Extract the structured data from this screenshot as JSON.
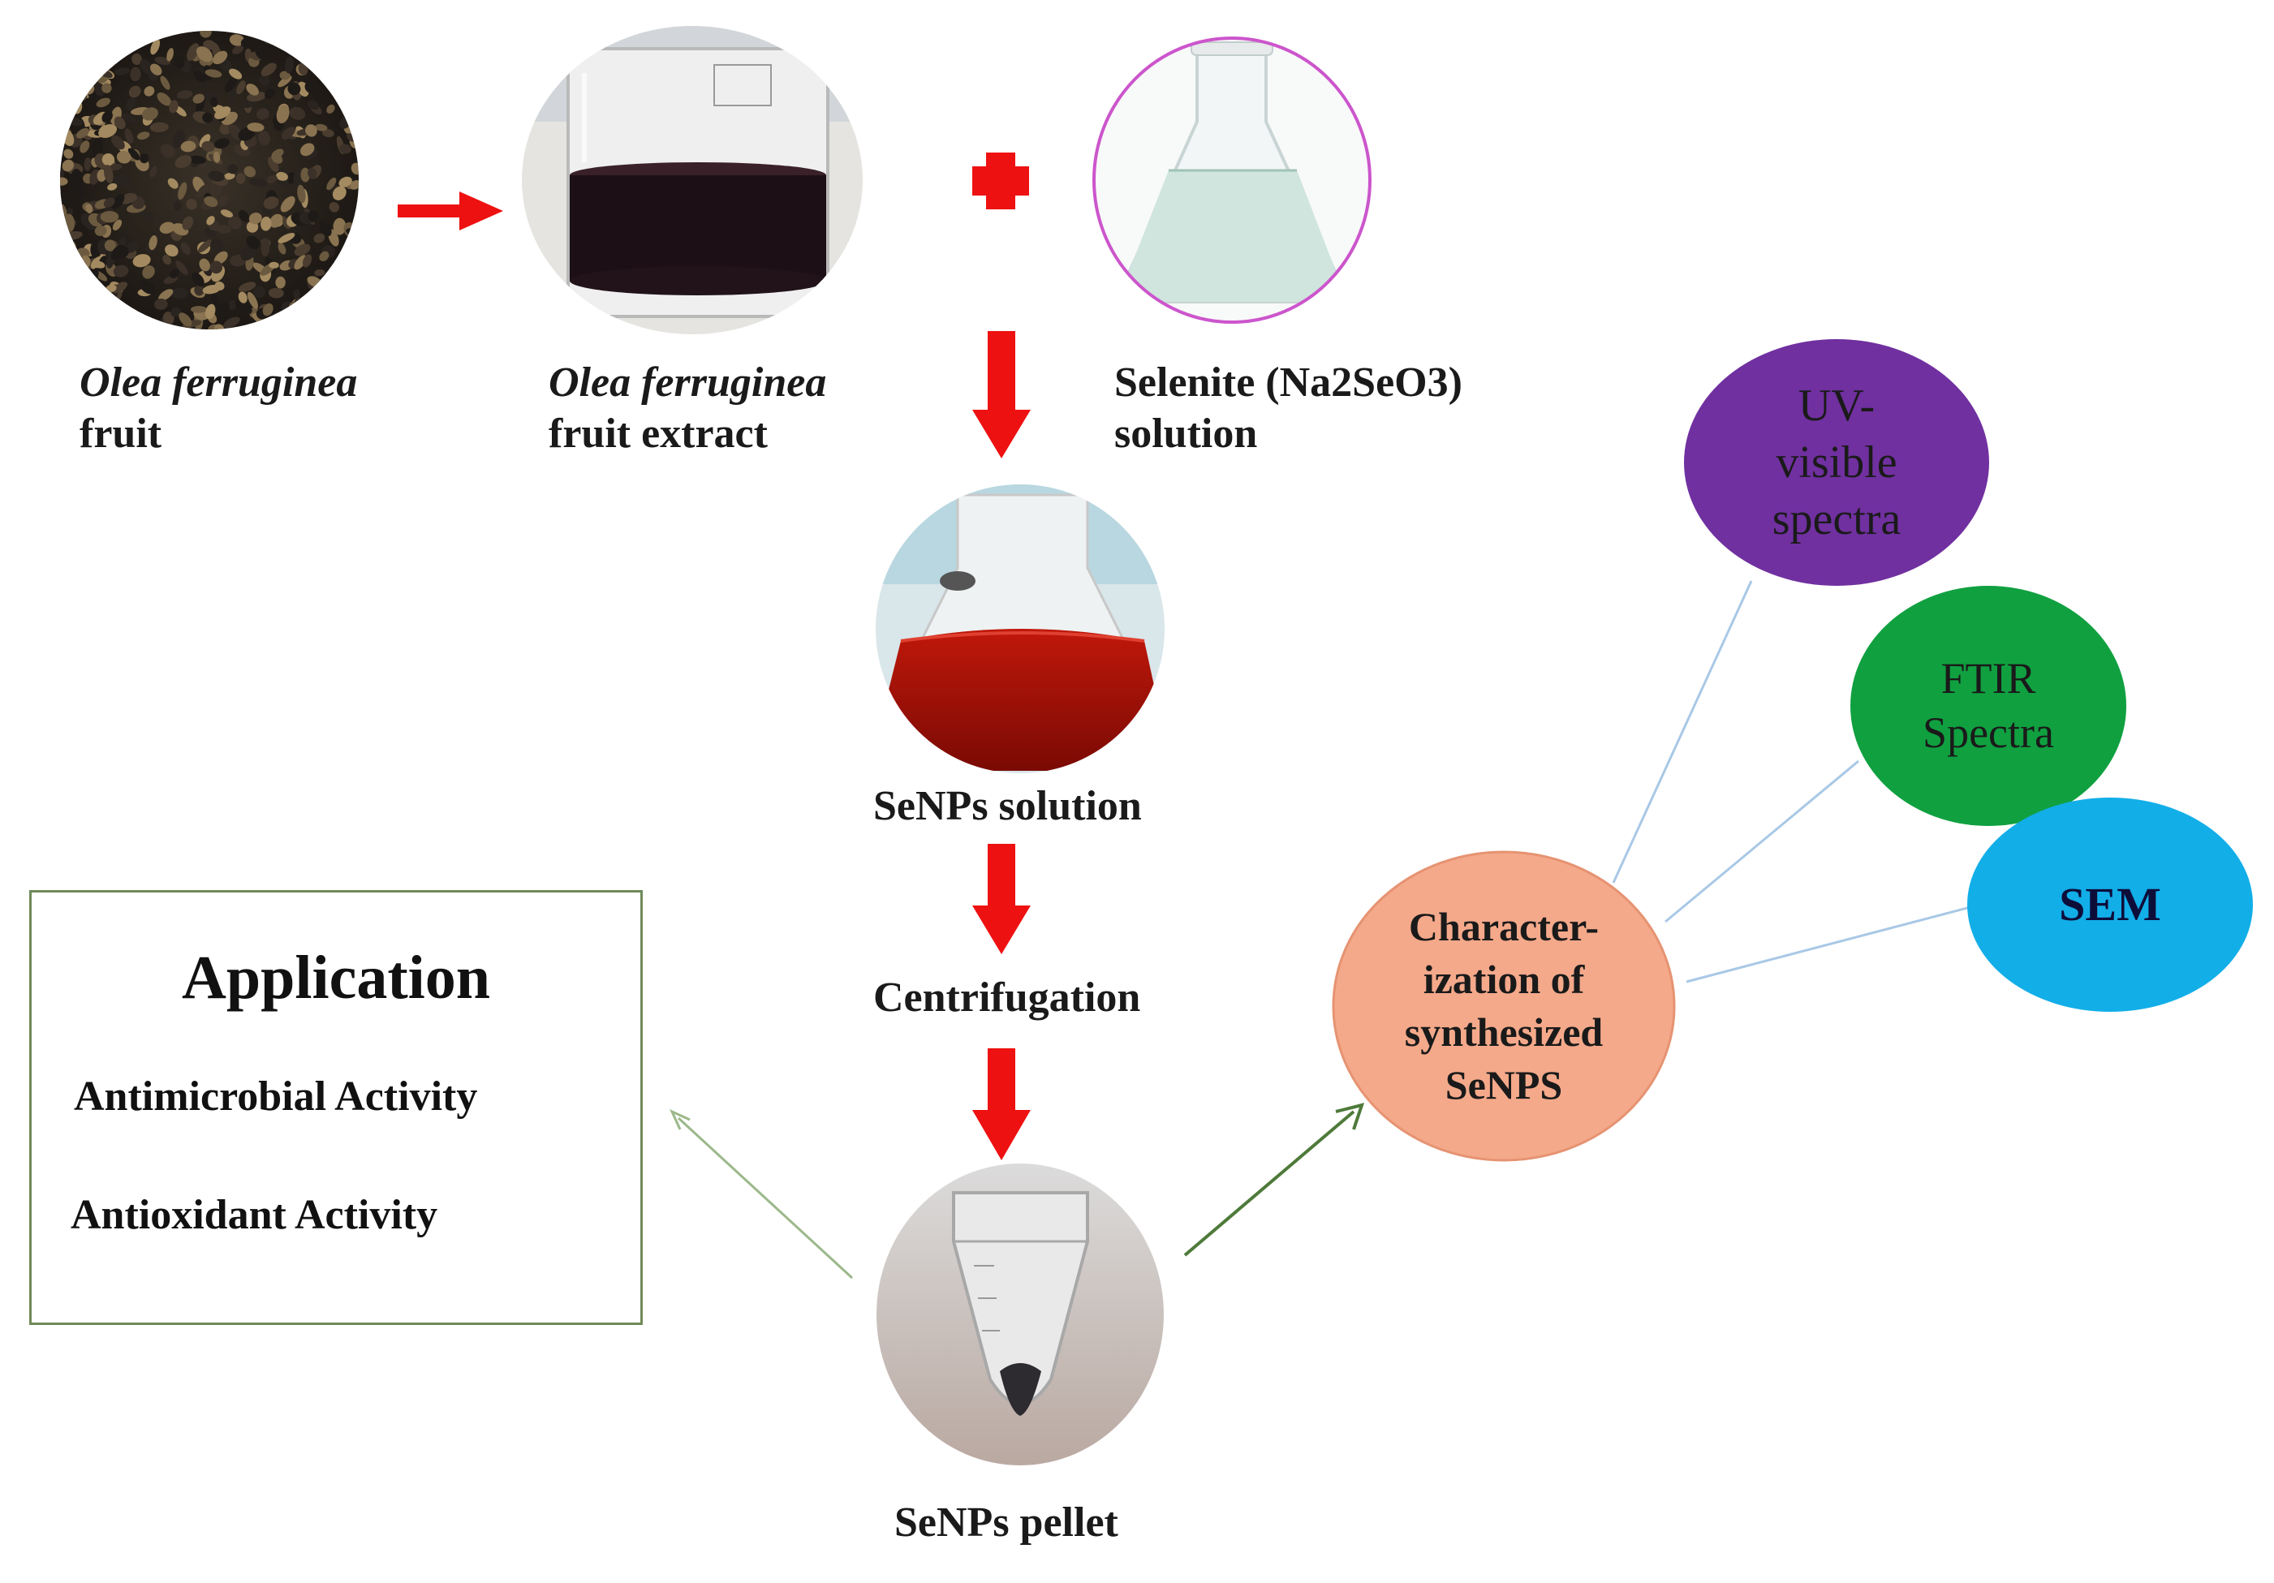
{
  "figure": {
    "step_labels": {
      "fruit_italic": "Olea ferruginea",
      "fruit_plain": "fruit",
      "extract_italic": "Olea ferruginea",
      "extract_plain": "fruit extract",
      "selenite_line1": "Selenite (Na2SeO3)",
      "selenite_line2": "solution",
      "senps_solution": "SeNPs solution",
      "centrifugation": "Centrifugation",
      "senps_pellet": "SeNPs pellet"
    },
    "application": {
      "title": "Application",
      "items": [
        "Antimicrobial Activity",
        "Antioxidant Activity"
      ]
    },
    "characterization": {
      "center": "Character-\nization of\nsynthesized\nSeNPS",
      "methods": [
        {
          "label": "UV-\nvisible\nspectra",
          "color": "#7030a0",
          "text_color": "#1a1a1a"
        },
        {
          "label": "FTIR\nSpectra",
          "color": "#10a040",
          "text_color": "#1a1a1a"
        },
        {
          "label": "SEM",
          "color": "#12aee8",
          "text_color": "#0d0d3a"
        }
      ],
      "center_color": "#f4a98a"
    },
    "colors": {
      "flow_arrow": "#ee1111",
      "green_arrow": "#4e7a3a",
      "light_green_arrow": "#9cb88a",
      "connector": "#a9c8e6",
      "flask_outline": "#cc55cc"
    }
  }
}
